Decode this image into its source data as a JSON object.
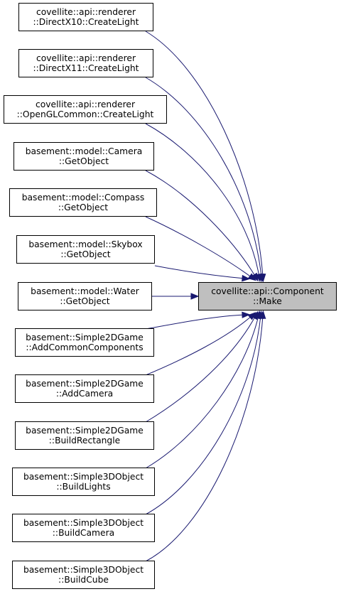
{
  "diagram": {
    "target": {
      "line1": "covellite::api::Component",
      "line2": "::Make"
    },
    "callers": [
      {
        "line1": "covellite::api::renderer",
        "line2": "::DirectX10::CreateLight"
      },
      {
        "line1": "covellite::api::renderer",
        "line2": "::DirectX11::CreateLight"
      },
      {
        "line1": "covellite::api::renderer",
        "line2": "::OpenGLCommon::CreateLight"
      },
      {
        "line1": "basement::model::Camera",
        "line2": "::GetObject"
      },
      {
        "line1": "basement::model::Compass",
        "line2": "::GetObject"
      },
      {
        "line1": "basement::model::Skybox",
        "line2": "::GetObject"
      },
      {
        "line1": "basement::model::Water",
        "line2": "::GetObject"
      },
      {
        "line1": "basement::Simple2DGame",
        "line2": "::AddCommonComponents"
      },
      {
        "line1": "basement::Simple2DGame",
        "line2": "::AddCamera"
      },
      {
        "line1": "basement::Simple2DGame",
        "line2": "::BuildRectangle"
      },
      {
        "line1": "basement::Simple3DObject",
        "line2": "::BuildLights"
      },
      {
        "line1": "basement::Simple3DObject",
        "line2": "::BuildCamera"
      },
      {
        "line1": "basement::Simple3DObject",
        "line2": "::BuildCube"
      }
    ],
    "edge_color": "#191970",
    "target_fill": "#bfbfbf"
  }
}
